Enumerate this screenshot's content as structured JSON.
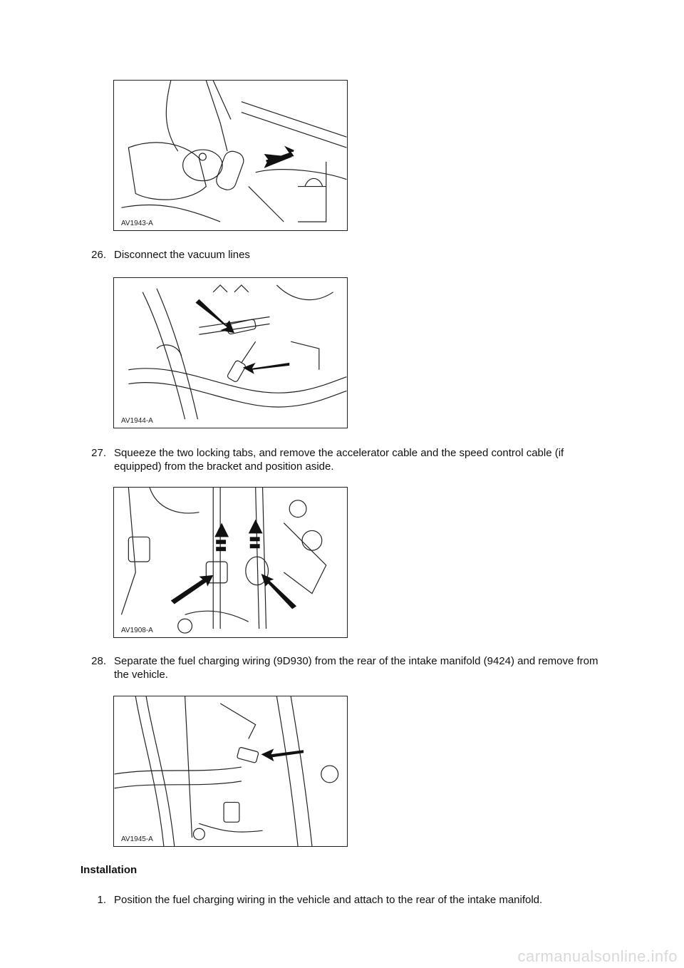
{
  "figures": [
    {
      "label": "AV1943-A"
    },
    {
      "label": "AV1944-A"
    },
    {
      "label": "AV1908-A"
    },
    {
      "label": "AV1945-A"
    }
  ],
  "steps": {
    "s26": {
      "num": "26.",
      "text": "Disconnect the vacuum lines"
    },
    "s27": {
      "num": "27.",
      "text": "Squeeze the two locking tabs, and remove the accelerator cable and the speed control cable (if equipped) from the bracket and position aside."
    },
    "s28": {
      "num": "28.",
      "text": "Separate the fuel charging wiring (9D930) from the rear of the intake manifold (9424) and remove from the vehicle."
    }
  },
  "installation": {
    "heading": "Installation",
    "step1": {
      "num": "1.",
      "text": "Position the fuel charging wiring in the vehicle and attach to the rear of the intake manifold."
    }
  },
  "watermark": "carmanualsonline.info"
}
